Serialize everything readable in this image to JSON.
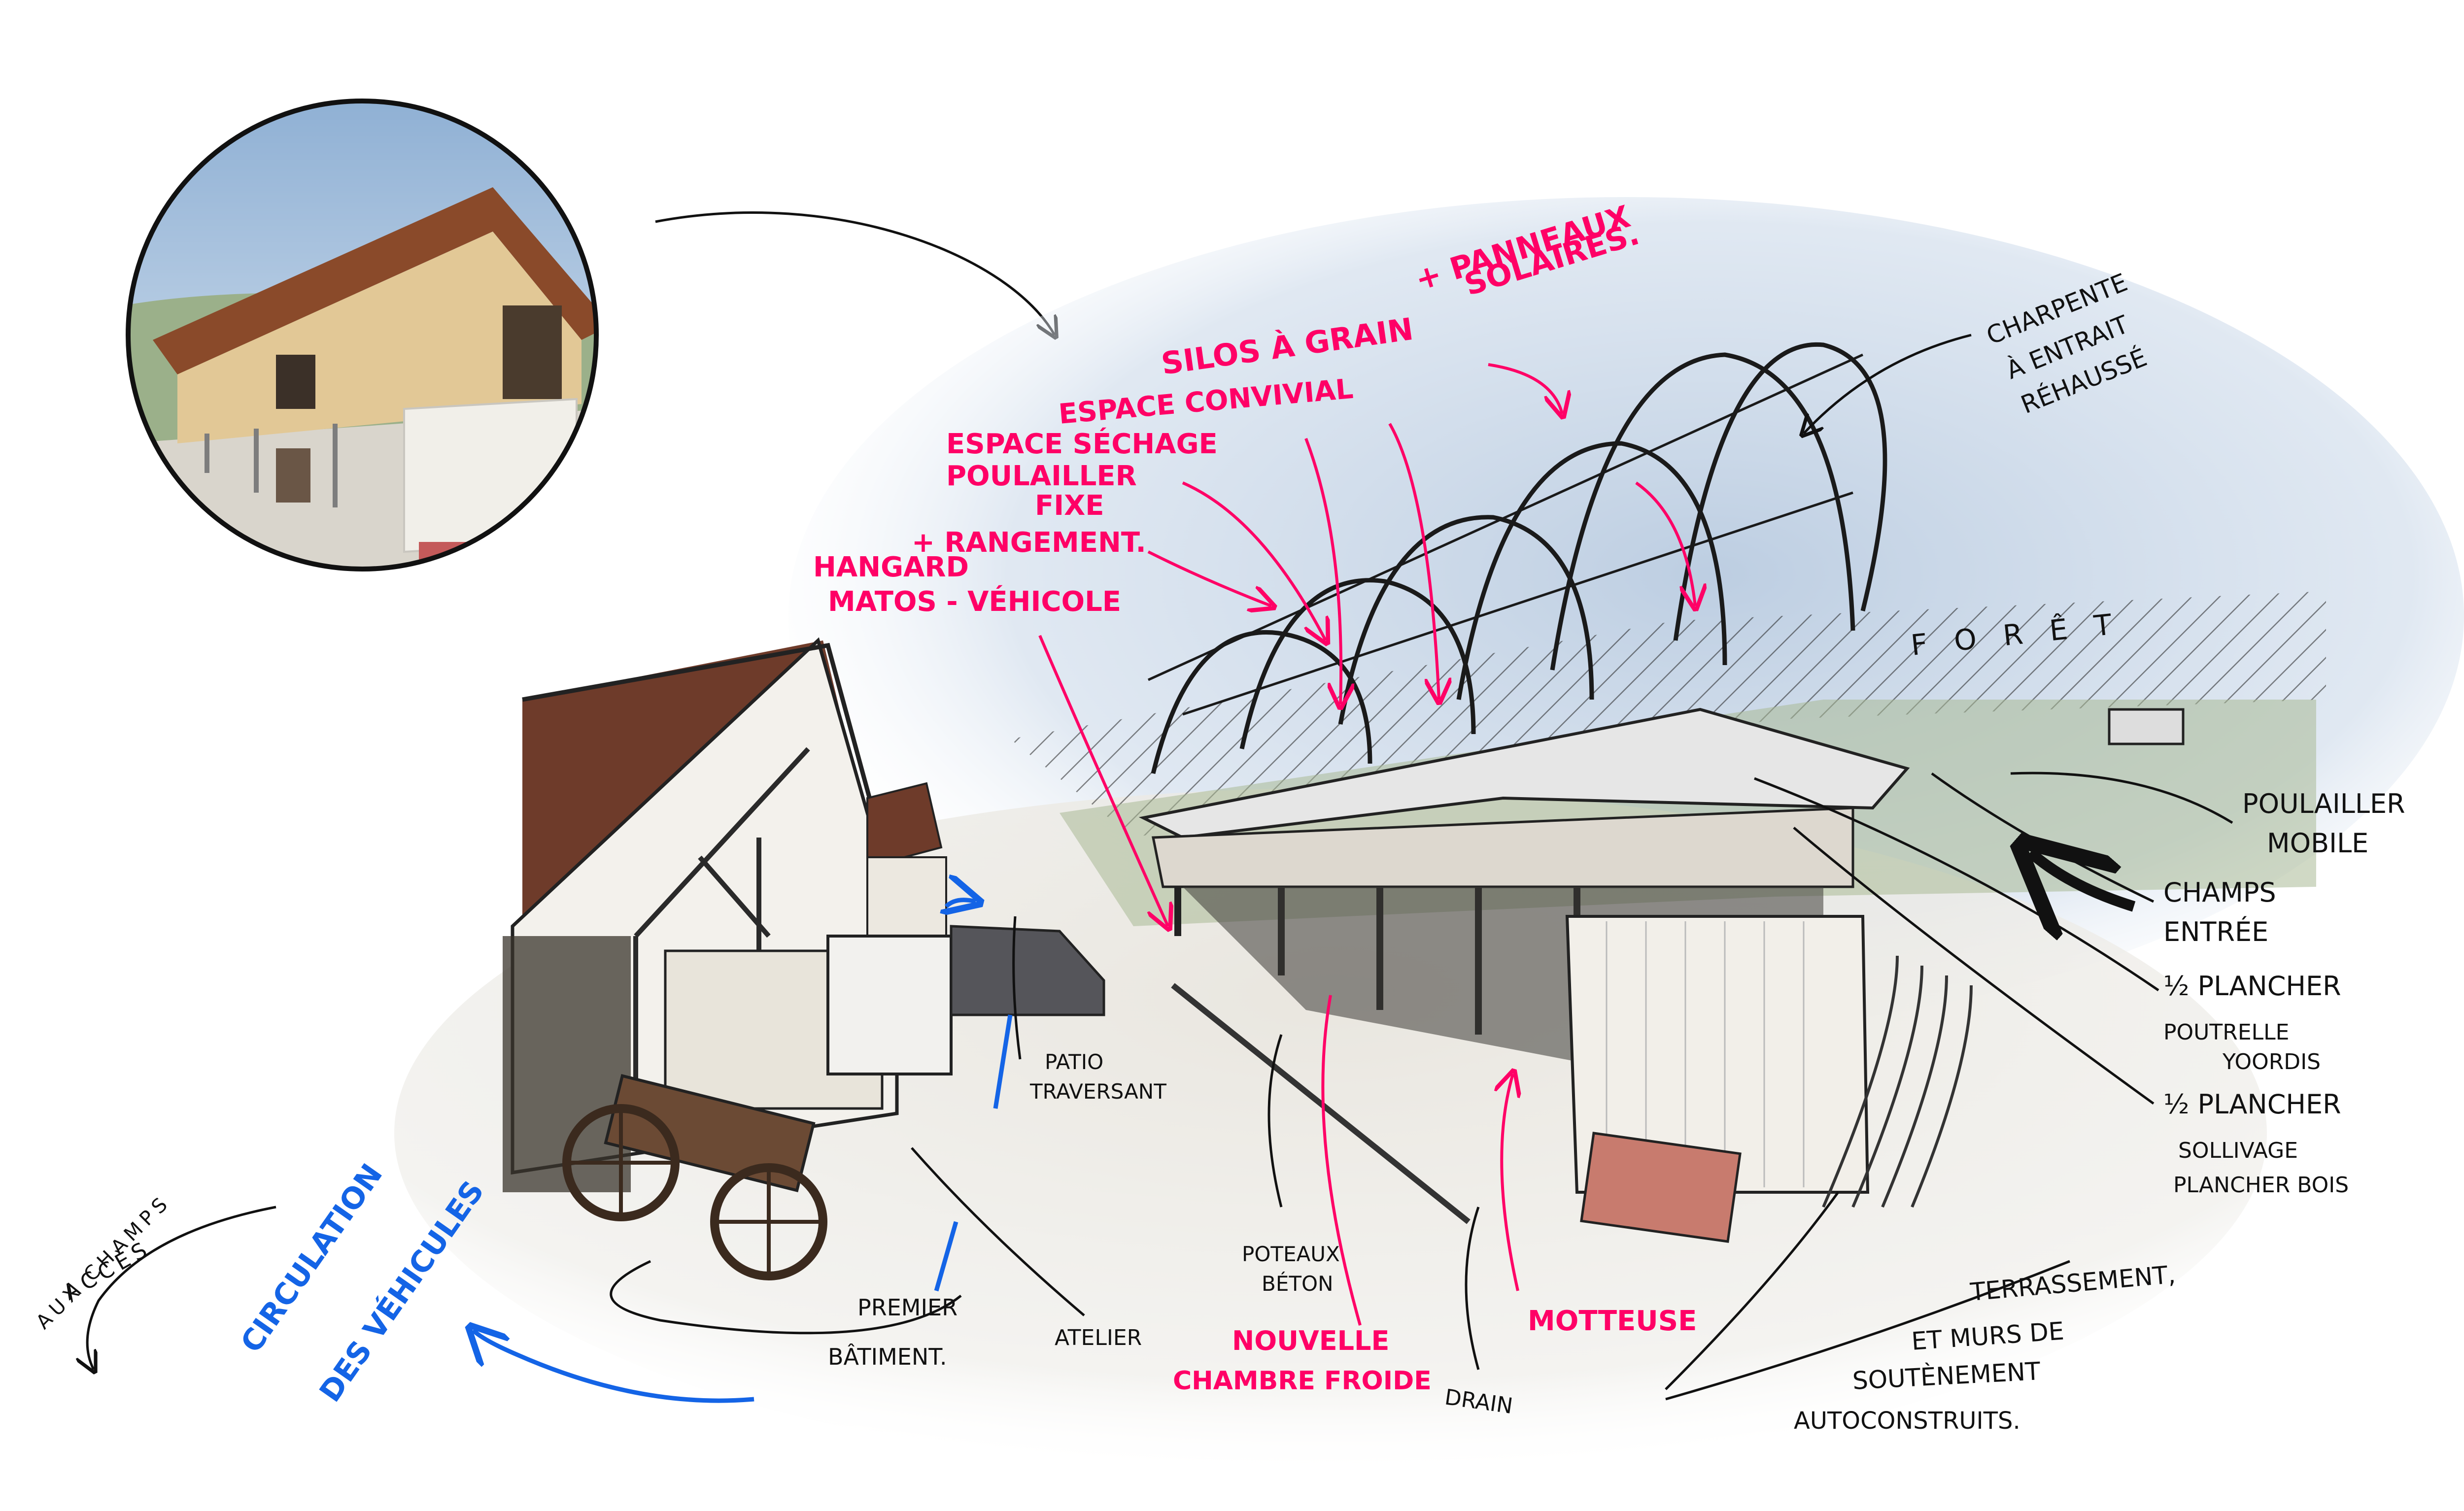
{
  "colors": {
    "ink_black": "#111111",
    "ink_red": "#ff0066",
    "ink_blue": "#1464e6",
    "sky": "#c9d7e8",
    "wood": "#e8cfa0",
    "ground": "#e6e3dc"
  },
  "labels_red": {
    "panneaux_1": "+ PANNEAUX",
    "panneaux_2": "SOLAIRES.",
    "silos": "SILOS À GRAIN",
    "convivial": "ESPACE CONVIVIAL",
    "sechage": "ESPACE SÉCHAGE",
    "poulailler_fixe_1": "POULAILLER",
    "poulailler_fixe_2": "FIXE",
    "rangement": "+ RANGEMENT.",
    "hangard": "HANGARD",
    "matos": "MATOS - VÉHICOLE",
    "chambre_1": "NOUVELLE",
    "chambre_2": "CHAMBRE FROIDE",
    "motteuse": "MOTTEUSE"
  },
  "labels_black": {
    "charpente_1": "CHARPENTE",
    "charpente_2": "À ENTRAIT",
    "charpente_3": "RÉHAUSSÉ",
    "foret": "F O R Ê T",
    "poulailler_mobile_1": "POULAILLER",
    "poulailler_mobile_2": "MOBILE",
    "champs_1": "CHAMPS",
    "champs_2": "ENTRÉE",
    "demi_plancher_1": "½ PLANCHER",
    "poutrelle_1": "POUTRELLE",
    "poutrelle_2": "YOORDIS",
    "demi_plancher_2": "½ PLANCHER",
    "solivage_1": "SOLLIVAGE",
    "solivage_2": "PLANCHER BOIS",
    "patio_1": "PATIO",
    "patio_2": "TRAVERSANT",
    "poteaux_1": "POTEAUX",
    "poteaux_2": "BÉTON",
    "premier_1": "PREMIER",
    "premier_2": "BÂTIMENT.",
    "atelier": "ATELIER",
    "drain": "DRAIN",
    "terrassement_1": "TERRASSEMENT,",
    "terrassement_2": "ET MURS DE",
    "terrassement_3": "SOUTÈNEMENT",
    "terrassement_4": "AUTOCONSTRUITS.",
    "acces": "ACCÈS",
    "aux_champs": "AUX CHAMPS"
  },
  "labels_blue": {
    "circulation": "CIRCULATION",
    "vehicules": "DES VÉHICULES"
  },
  "icons": {
    "photo_inset": "barn-photo",
    "sketch": "farm-building-sketch"
  }
}
